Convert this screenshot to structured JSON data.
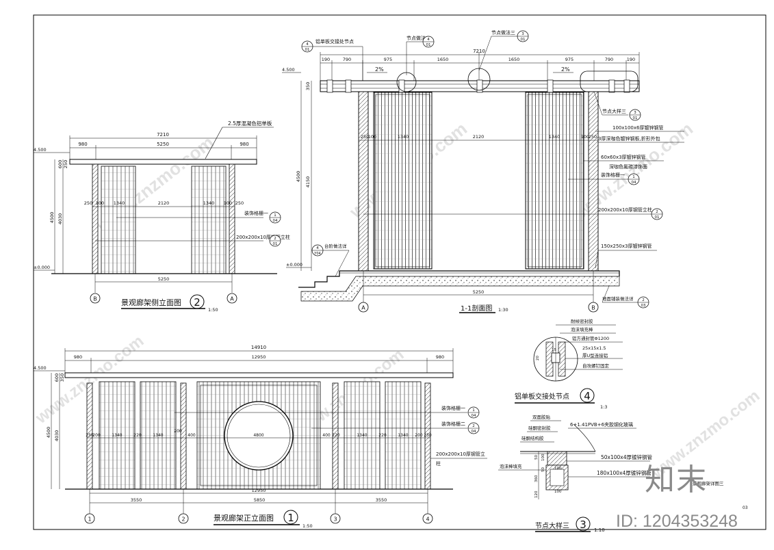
{
  "side_elevation": {
    "title": "景观廊架侧立面图",
    "num": "2",
    "scale": "1:50",
    "top_label": "2.5厚混凝色铝单板",
    "dims_top": [
      "7210",
      "980",
      "5250",
      "980"
    ],
    "dims_mid": [
      "250",
      "100",
      "1340",
      "2120",
      "1340",
      "100",
      "250"
    ],
    "dims_left": [
      "4500",
      "600",
      "250",
      "4030"
    ],
    "bottom_dim": "5250",
    "level_top": "4.500",
    "level_zero": "±0.000",
    "axis_a": "A",
    "axis_b": "B",
    "callout1_text": "装饰格栅一",
    "callout1_num": "1",
    "callout1_sheet": "04",
    "callout2_text": "200x200x10厚钢管立柱",
    "callout2_num": "2",
    "callout2_sheet": "01"
  },
  "section": {
    "title": "1-1剖面图",
    "scale": "1:30",
    "notes_top": [
      "铝单板交接处节点",
      "节点做法二",
      "节点做法三"
    ],
    "note_nums": [
      "4",
      "4",
      "3"
    ],
    "note_sheets": [
      "01",
      "01",
      "01"
    ],
    "dims_top": [
      "7210",
      "190",
      "790",
      "975",
      "1650",
      "1650",
      "975",
      "790",
      "190"
    ],
    "dims_mid": [
      "250",
      "100",
      "1340",
      "2120",
      "1340",
      "100",
      "250"
    ],
    "slope": "2%",
    "dims_left": [
      "350",
      "4500",
      "4150"
    ],
    "level_top": "4.500",
    "level_zero": "±0.000",
    "bottom_dim": "5250",
    "right_labels": [
      "节点大样三",
      "100x100x6厚镀锌钢管",
      "3厚深咖色镀锌钢板,折形外包",
      "60x60x3厚镀锌钢管",
      "深咖色氟碳漆饰面",
      "装饰格栅一",
      "200x200x10厚钢管立柱",
      "150x250x3厚镀锌钢管",
      "地面铺装做法详"
    ],
    "node3_num": "3",
    "node3_sheet": "01",
    "grille_num": "1",
    "grille_sheet": "04",
    "col_num": "2",
    "col_sheet": "01",
    "paving_num": "2",
    "paving_sheet": "03",
    "step_label": "台阶做法详",
    "step_num": "4",
    "step_sheet": "Y04",
    "axis_a": "A",
    "axis_b": "B"
  },
  "front_elevation": {
    "title": "景观廊架正立面图",
    "num": "1",
    "scale": "1:50",
    "dims_top": [
      "14910",
      "980",
      "12950",
      "980"
    ],
    "dims_mid": [
      "250",
      "200",
      "1340",
      "220",
      "1340",
      "200",
      "400",
      "4800",
      "400",
      "220",
      "1340",
      "220",
      "1340",
      "200",
      "250"
    ],
    "dims_left": [
      "4500",
      "600",
      "350",
      "4030"
    ],
    "dims_bottom": [
      "12950",
      "3550",
      "5850",
      "3550"
    ],
    "level_top": "4.500",
    "axes": [
      "1",
      "2",
      "3",
      "4"
    ],
    "callouts": [
      "装饰格栅一",
      "装饰格栅二",
      "200x200x10厚钢管立",
      "柱"
    ],
    "callout_nums": [
      "1",
      "2"
    ],
    "callout_sheets": [
      "04",
      "04"
    ]
  },
  "node4": {
    "title": "铝单板交接处节点",
    "num": "4",
    "scale": "1:3",
    "labels": [
      "耐候密封胶",
      "泡沫填充棒",
      "铝方通封管Φ1200",
      "25x15x1.5",
      "厚U型连接铝",
      "自攻螺钉固定"
    ],
    "dims": [
      "20",
      "15"
    ]
  },
  "node3": {
    "title": "节点大样三",
    "num": "3",
    "scale": "1:10",
    "labels": [
      "双面胶贴",
      "硅酮密封胶",
      "硅酮结构胶",
      "6+1.41PVB+6夹胶钢化玻璃",
      "50x100x4厚镀锌钢管",
      "180x100x4厚镀锌钢管",
      "泡沫棒填充"
    ],
    "dims": [
      "50",
      "100",
      "100",
      "50",
      "360",
      "100",
      "120"
    ]
  },
  "watermark": "www.znzmo.com",
  "brand": "知末",
  "image_id": "ID: 1204353248",
  "sheet_note": "景观廊架详图三",
  "page_num": "03"
}
